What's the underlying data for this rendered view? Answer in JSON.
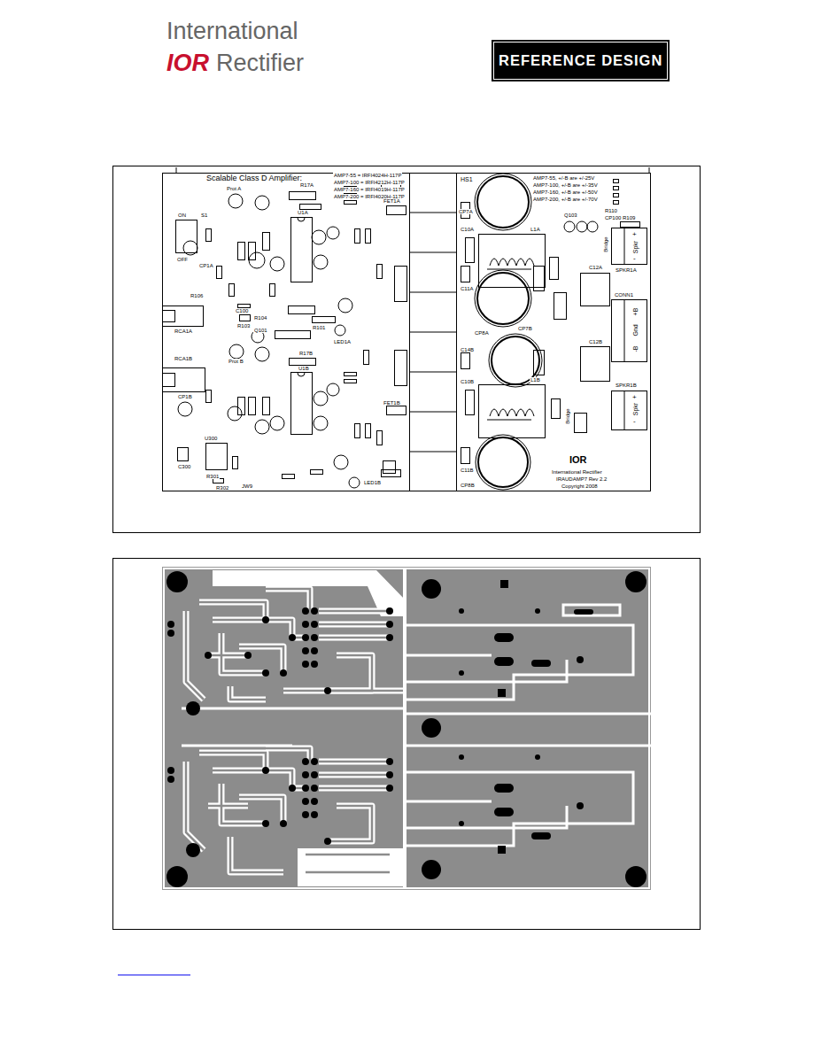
{
  "diagram": {
    "nodes": [
      {
        "text": [
          "REFERENCE DESIGN"
        ]
      }
    ],
    "labels": [
      "International",
      "IOR",
      "Rectifier",
      "Scalable Class D Amplifier:",
      "AMP7-55 = IRFI4024H-117P",
      "AMP7-100 = IRFI4212H-117P",
      "AMP7-160 = IRFI4019H-117P",
      "AMP7-200 = IRFI4020H-117P",
      "HS1",
      "AMP7-55, +/-B are +/-25V",
      "AMP7-100, +/-B are +/-35V",
      "AMP7-160, +/-B are +/-50V",
      "AMP7-200, +/-B are +/-70V",
      "ON",
      "OFF",
      "S1",
      "Prot A",
      "R17A",
      "U1A",
      "FET1A",
      "CP7A",
      "C10A",
      "L1A",
      "SPKR1A",
      "+",
      "Spkr",
      "-",
      "CONN1",
      "+B",
      "Gnd",
      "-B",
      "C12A",
      "C11A",
      "CP8A",
      "C14B",
      "C10B",
      "CP7B",
      "L1B",
      "C12B",
      "SPKR1B",
      "+",
      "Spkr",
      "-",
      "Bridge",
      "C11B",
      "CP8B",
      "IOR",
      "International Rectifier",
      "IRAUDAMP7 Rev 2.2",
      "Copyright 2008",
      "RCA1A",
      "RCA1B",
      "R106",
      "U1B",
      "R17B",
      "FET1B",
      "LED1A",
      "LED1B",
      "U300",
      "C300",
      "R301",
      "R302",
      "JW9",
      "Prot B",
      "R109",
      "CP100",
      "R110",
      "Q103",
      "C100",
      "R104",
      "R103",
      "Q101",
      "R101",
      "CP1A",
      "CP1B",
      "Bridge"
    ]
  }
}
